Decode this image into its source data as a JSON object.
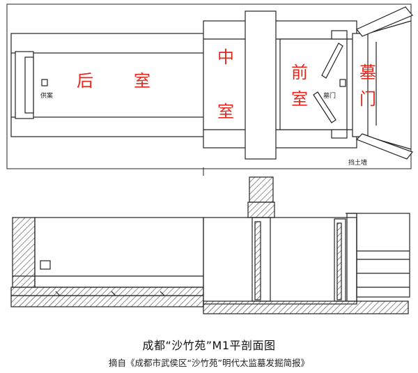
{
  "plan_labels": {
    "rear_room": [
      "后",
      "室"
    ],
    "middle_room": [
      "中",
      "室"
    ],
    "front_room": [
      "前",
      "室"
    ],
    "tomb_gate": [
      "墓",
      "门"
    ],
    "altar": "供案",
    "tomb_door": "墓门",
    "retaining_wall": "挡土墙"
  },
  "caption": {
    "title": "成都“沙竹苑”M1平剖面图",
    "source": "摘自《成都市武侯区“沙竹苑”明代太监墓发掘简报》"
  },
  "colors": {
    "line": "#222222",
    "room_label": "#e8261c",
    "hatch": "#444444"
  }
}
